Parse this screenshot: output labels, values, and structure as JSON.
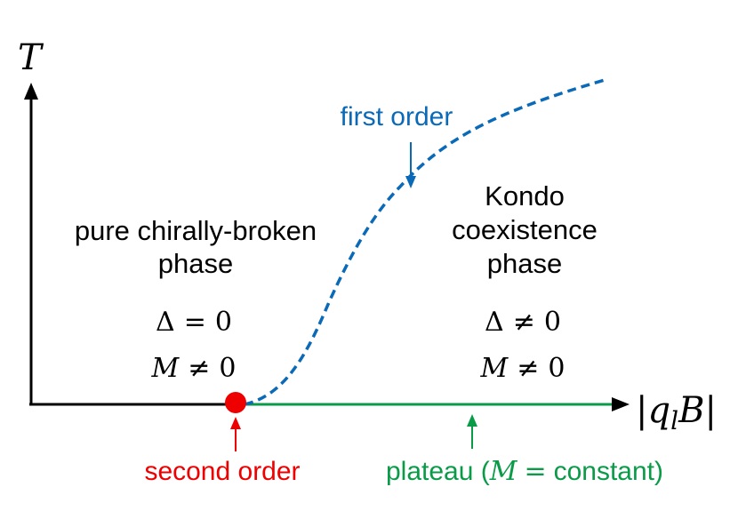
{
  "axes": {
    "y_label": "T",
    "x_label": "|q_l B|",
    "x_label_parts": {
      "open": "|",
      "q": "q",
      "sub": "l",
      "B": "B",
      "close": "|"
    }
  },
  "regions": {
    "left": {
      "line1": "pure chirally-broken",
      "line2": "phase",
      "cond1": {
        "symbol": "Δ",
        "relation": "=",
        "value": "0"
      },
      "cond2": {
        "symbol": "M",
        "relation": "≠",
        "value": "0"
      }
    },
    "right": {
      "line1": "Kondo",
      "line2": "coexistence",
      "line3": "phase",
      "cond1": {
        "symbol": "Δ",
        "relation": "≠",
        "value": "0"
      },
      "cond2": {
        "symbol": "M",
        "relation": "≠",
        "value": "0"
      }
    }
  },
  "annotations": {
    "first_order": "first order",
    "second_order": "second order",
    "plateau": {
      "prefix": "plateau (",
      "symbol": "M",
      "relation": "=",
      "suffix": "constant)"
    }
  },
  "colors": {
    "axis": "#000000",
    "first_order": "#0a6ab7",
    "second_order": "#ee0000",
    "plateau": "#0a9b48",
    "text": "#000000"
  }
}
